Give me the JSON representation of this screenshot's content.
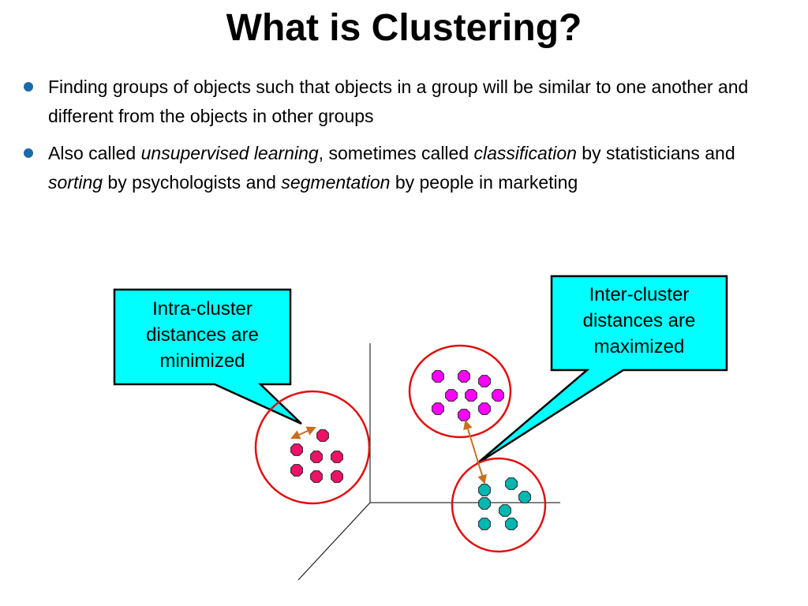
{
  "title": "What is Clustering?",
  "bullets": [
    {
      "parts": [
        {
          "text": "Finding groups of objects such that objects in a group will be similar to one another and different from the objects in other groups",
          "italic": false
        }
      ]
    },
    {
      "parts": [
        {
          "text": "Also called ",
          "italic": false
        },
        {
          "text": "unsupervised learning",
          "italic": true
        },
        {
          "text": ", sometimes called ",
          "italic": false
        },
        {
          "text": "classification",
          "italic": true
        },
        {
          "text": " by statisticians and ",
          "italic": false
        },
        {
          "text": "sorting",
          "italic": true
        },
        {
          "text": " by psychologists and ",
          "italic": false
        },
        {
          "text": "segmentation",
          "italic": true
        },
        {
          "text": " by people in marketing",
          "italic": false
        }
      ]
    }
  ],
  "callouts": {
    "intra": {
      "line1": "Intra-cluster",
      "line2": "distances are",
      "line3": "minimized"
    },
    "inter": {
      "line1": "Inter-cluster",
      "line2": "distances are",
      "line3": "maximized"
    }
  },
  "colors": {
    "bullet": "#1c6aa8",
    "callout_fill": "#00ffff",
    "cluster_ring": "#e01010",
    "cluster_red": "#ee1166",
    "cluster_magenta": "#ff00ff",
    "cluster_teal": "#00b8b0",
    "arrow": "#c87020"
  }
}
